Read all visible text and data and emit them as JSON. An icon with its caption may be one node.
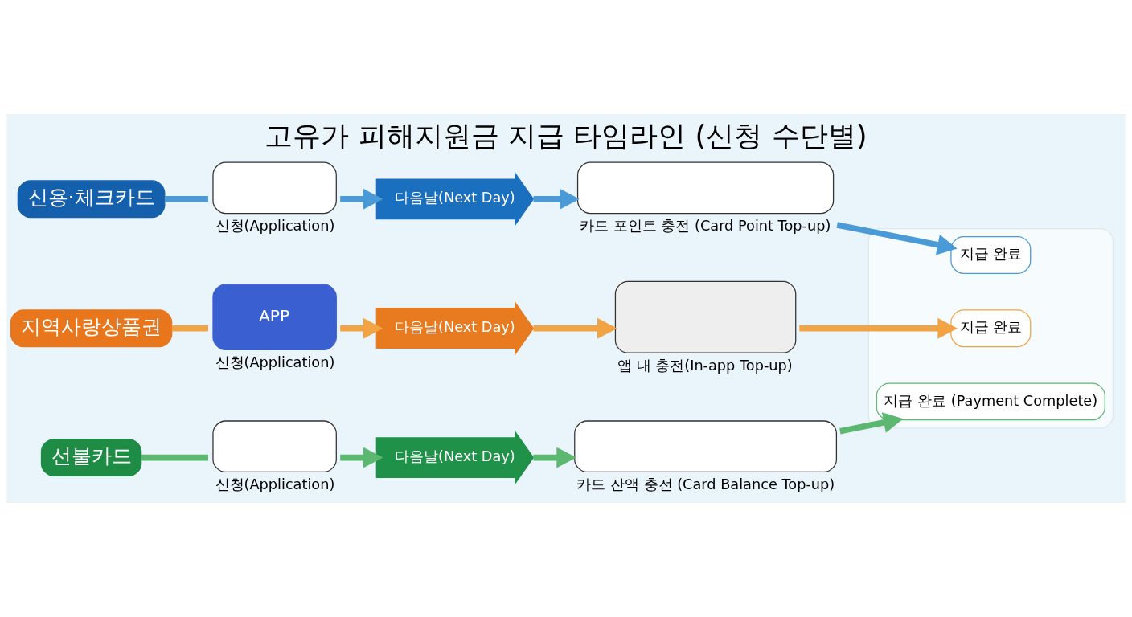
{
  "diagram": {
    "title": "고유가 피해지원금 지급 타임라인 (신청 수단별)",
    "nodes": [
      {
        "text": [
          "신용·체크카드"
        ]
      },
      {
        "text": [],
        "shape": "box",
        "beside": [
          "신청(Application)"
        ]
      },
      {
        "text": [
          "다음날(Next Day)"
        ]
      },
      {
        "text": [],
        "shape": "box",
        "beside": [
          "카드 포인트 충전 (Card Point Top-up)"
        ]
      },
      {
        "text": [
          "지역사랑상품권"
        ]
      },
      {
        "text": [
          "APP"
        ],
        "beside": [
          "신청(Application)"
        ]
      },
      {
        "text": [
          "다음날(Next Day)"
        ]
      },
      {
        "text": [],
        "shape": "box",
        "beside": [
          "앱 내 충전(In-app Top-up)"
        ]
      },
      {
        "text": [
          "선불카드"
        ]
      },
      {
        "text": [],
        "shape": "box",
        "beside": [
          "신청(Application)"
        ]
      },
      {
        "text": [
          "다음날(Next Day)"
        ]
      },
      {
        "text": [],
        "shape": "box",
        "beside": [
          "카드 잔액 충전 (Card Balance Top-up)"
        ]
      },
      {
        "text": [],
        "shape": "box"
      },
      {
        "text": [
          "지급 완료"
        ],
        "in": 12
      },
      {
        "text": [
          "지급 완료"
        ],
        "in": 12
      },
      {
        "text": [
          "지급 완료 (Payment Complete)"
        ],
        "in": 12
      }
    ],
    "edges": [
      {
        "from": 0,
        "to": 1,
        "arrow": "none",
        "color": "#4a9ad8"
      },
      {
        "from": 1,
        "to": 2,
        "arrow": "to",
        "color": "#4a9ad8"
      },
      {
        "from": 2,
        "to": 3,
        "arrow": "to",
        "color": "#4a9ad8"
      },
      {
        "from": 3,
        "to": 13,
        "arrow": "to",
        "color": "#4a9ad8"
      },
      {
        "from": 4,
        "to": 5,
        "arrow": "none",
        "color": "#f2a444"
      },
      {
        "from": 5,
        "to": 6,
        "arrow": "to",
        "color": "#f2a444"
      },
      {
        "from": 6,
        "to": 7,
        "arrow": "to",
        "color": "#f2a444"
      },
      {
        "from": 7,
        "to": 14,
        "arrow": "to",
        "color": "#f2a444"
      },
      {
        "from": 8,
        "to": 9,
        "arrow": "none",
        "color": "#5cb870"
      },
      {
        "from": 9,
        "to": 10,
        "arrow": "to",
        "color": "#5cb870"
      },
      {
        "from": 10,
        "to": 11,
        "arrow": "to",
        "color": "#5cb870"
      },
      {
        "from": 11,
        "to": 15,
        "arrow": "to",
        "color": "#5cb870"
      }
    ]
  }
}
